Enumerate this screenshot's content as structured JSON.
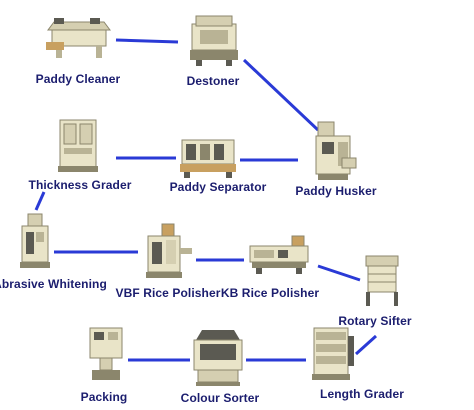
{
  "machines": {
    "paddy_cleaner": "Paddy Cleaner",
    "destoner": "Destoner",
    "thickness_grader": "Thickness Grader",
    "paddy_separator": "Paddy Separator",
    "paddy_husker": "Paddy Husker",
    "abrasive_whitening": "Abrasive Whitening",
    "vbf_rice_polisher": "VBF Rice Polisher",
    "kb_rice_polisher": "KB Rice Polisher",
    "rotary_sifter": "Rotary Sifter",
    "packing": "Packing",
    "colour_sorter": "Colour Sorter",
    "length_grader": "Length Grader"
  },
  "colors": {
    "connector": "#2a3ad6",
    "label": "#1b1d6e",
    "machine_body": "#e9e4c8",
    "machine_shadow": "#b9b395",
    "machine_dark": "#5b5a52"
  }
}
